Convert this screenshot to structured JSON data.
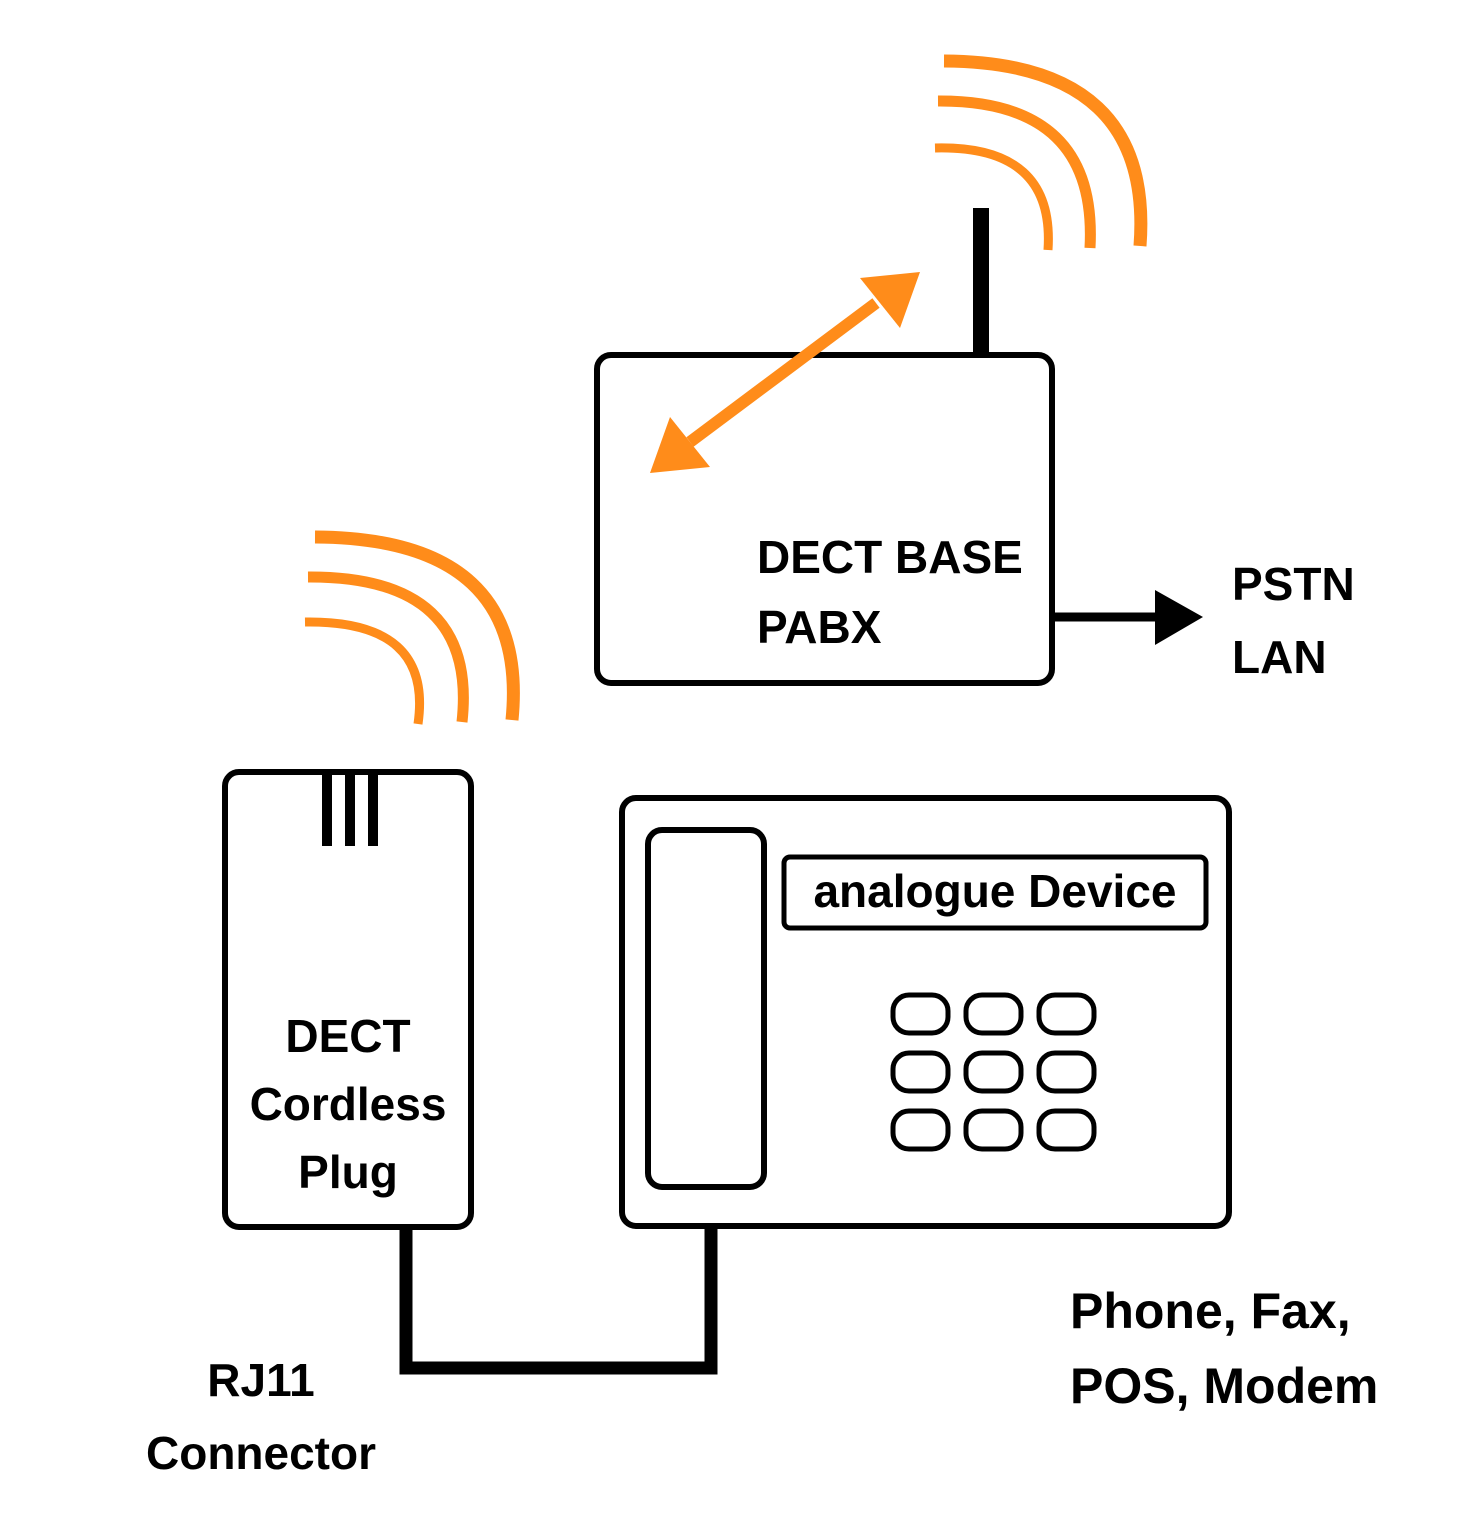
{
  "colors": {
    "signal": "#ff8c1a",
    "stroke": "#000000",
    "background": "#ffffff"
  },
  "base": {
    "line1": "DECT BASE",
    "line2": "PABX"
  },
  "network": {
    "line1": "PSTN",
    "line2": "LAN"
  },
  "plug": {
    "line1": "DECT",
    "line2": "Cordless",
    "line3": "Plug"
  },
  "device": {
    "screen_label": "analogue Device",
    "keypad_rows": 3,
    "keypad_cols": 3
  },
  "connector": {
    "line1": "RJ11",
    "line2": "Connector"
  },
  "device_types": {
    "line1": "Phone, Fax,",
    "line2": "POS, Modem"
  },
  "icons": {
    "base_signal": "radio-waves-icon",
    "plug_signal": "radio-waves-icon",
    "link": "bidirectional-arrow-icon",
    "network_link": "arrow-right-icon"
  }
}
